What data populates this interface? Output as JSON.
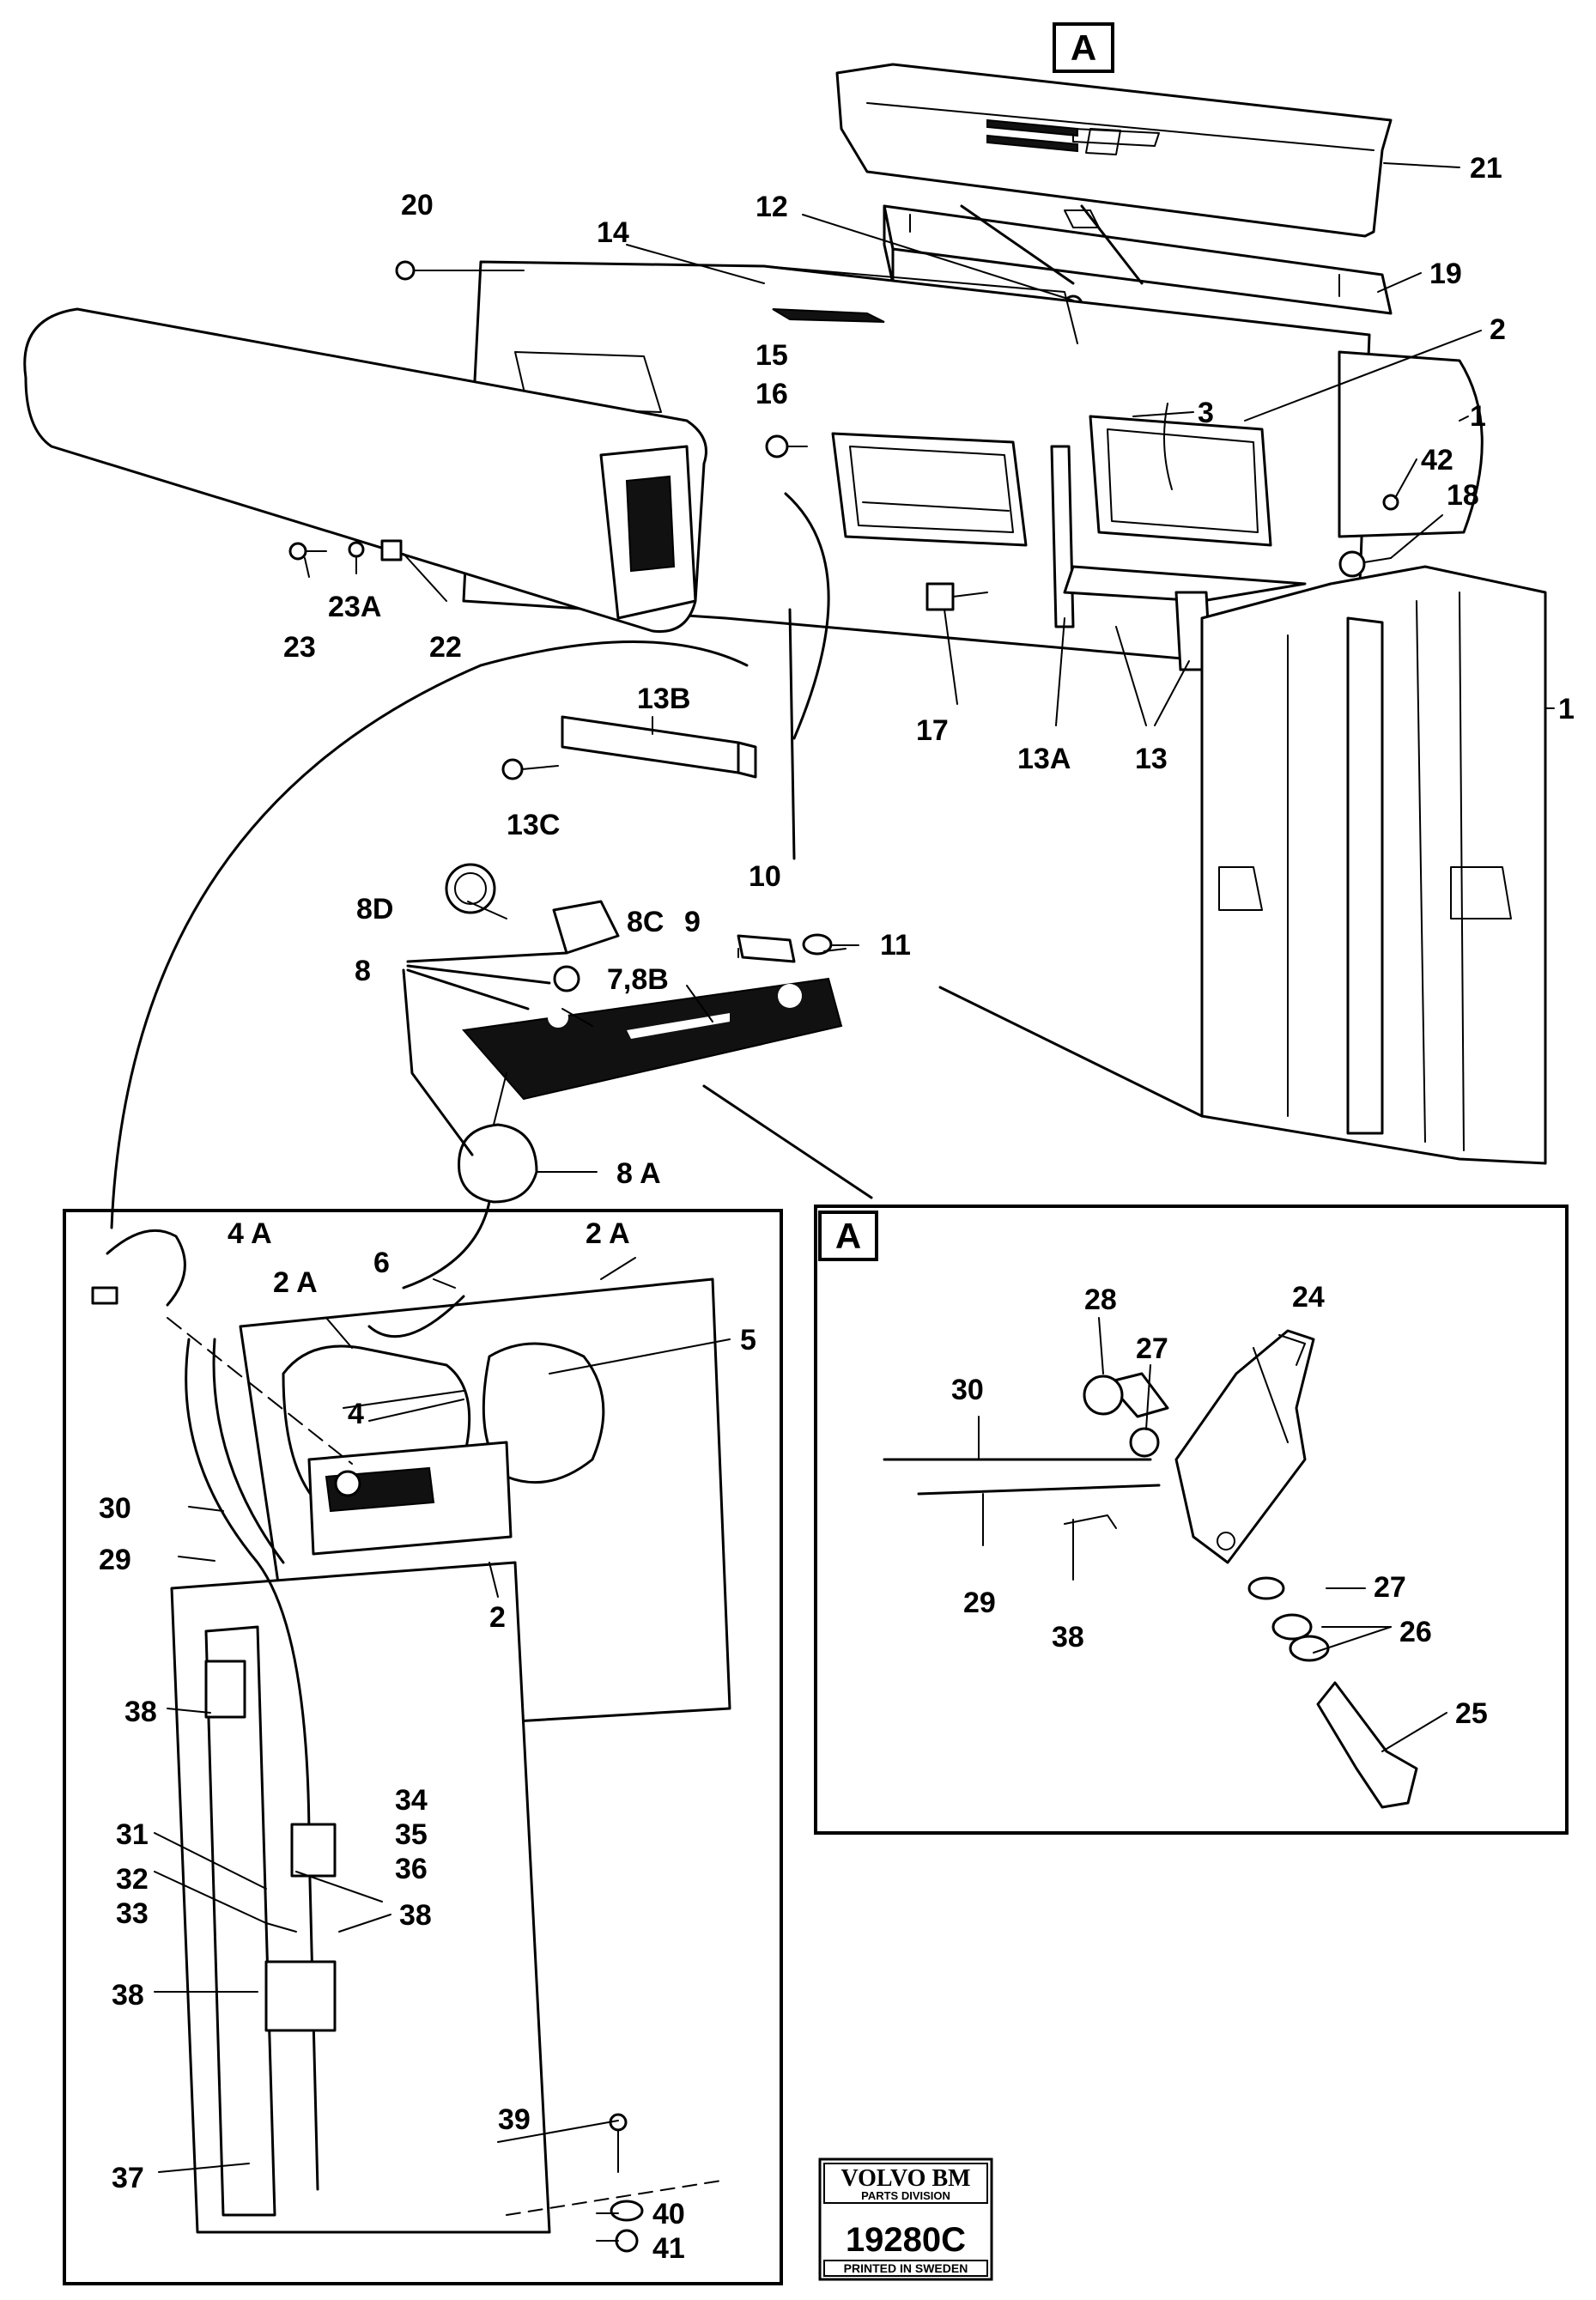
{
  "callouts": {
    "c1": "1",
    "c1b": "1",
    "c2": "2",
    "c2b": "2",
    "c2a_1": "2 A",
    "c2a_2": "2 A",
    "c3": "3",
    "c4": "4",
    "c4a": "4 A",
    "c5": "5",
    "c6": "6",
    "c7_8b": "7,8B",
    "c8": "8",
    "c8a": "8 A",
    "c8c": "8C",
    "c8d": "8D",
    "c9": "9",
    "c10": "10",
    "c11": "11",
    "c12": "12",
    "c13": "13",
    "c13a": "13A",
    "c13b": "13B",
    "c13c": "13C",
    "c14": "14",
    "c15": "15",
    "c16": "16",
    "c17": "17",
    "c18": "18",
    "c19": "19",
    "c20": "20",
    "c21": "21",
    "c22": "22",
    "c23": "23",
    "c23a": "23A",
    "c24": "24",
    "c25": "25",
    "c26": "26",
    "c27a": "27",
    "c27b": "27",
    "c28": "28",
    "c29a": "29",
    "c29b": "29",
    "c30a": "30",
    "c30b": "30",
    "c31": "31",
    "c32": "32",
    "c33": "33",
    "c34": "34",
    "c35": "35",
    "c36": "36",
    "c37": "37",
    "c38a": "38",
    "c38b": "38",
    "c38c": "38",
    "c38d": "38",
    "c39": "39",
    "c40": "40",
    "c41": "41",
    "c42": "42"
  },
  "insets": {
    "detail_tag_top": "A",
    "detail_tag_inset": "A"
  },
  "stamp": {
    "brand": "VOLVO BM",
    "division": "PARTS DIVISION",
    "drawing_number": "19280C",
    "printed": "PRINTED IN SWEDEN"
  }
}
